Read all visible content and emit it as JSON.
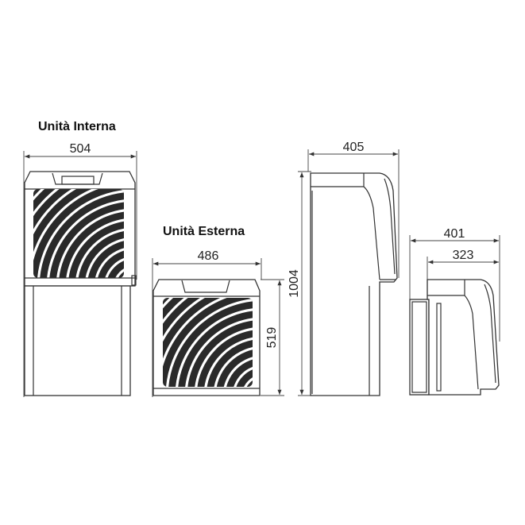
{
  "labels": {
    "indoor_unit": "Unità Interna",
    "outdoor_unit": "Unità Esterna"
  },
  "dimensions": {
    "indoor_width": "504",
    "outdoor_width": "486",
    "outdoor_height": "519",
    "indoor_depth": "405",
    "indoor_height": "1004",
    "outdoor_depth_total": "401",
    "outdoor_depth_body": "323"
  },
  "colors": {
    "line": "#333333",
    "grille": "#2a2a2a"
  }
}
